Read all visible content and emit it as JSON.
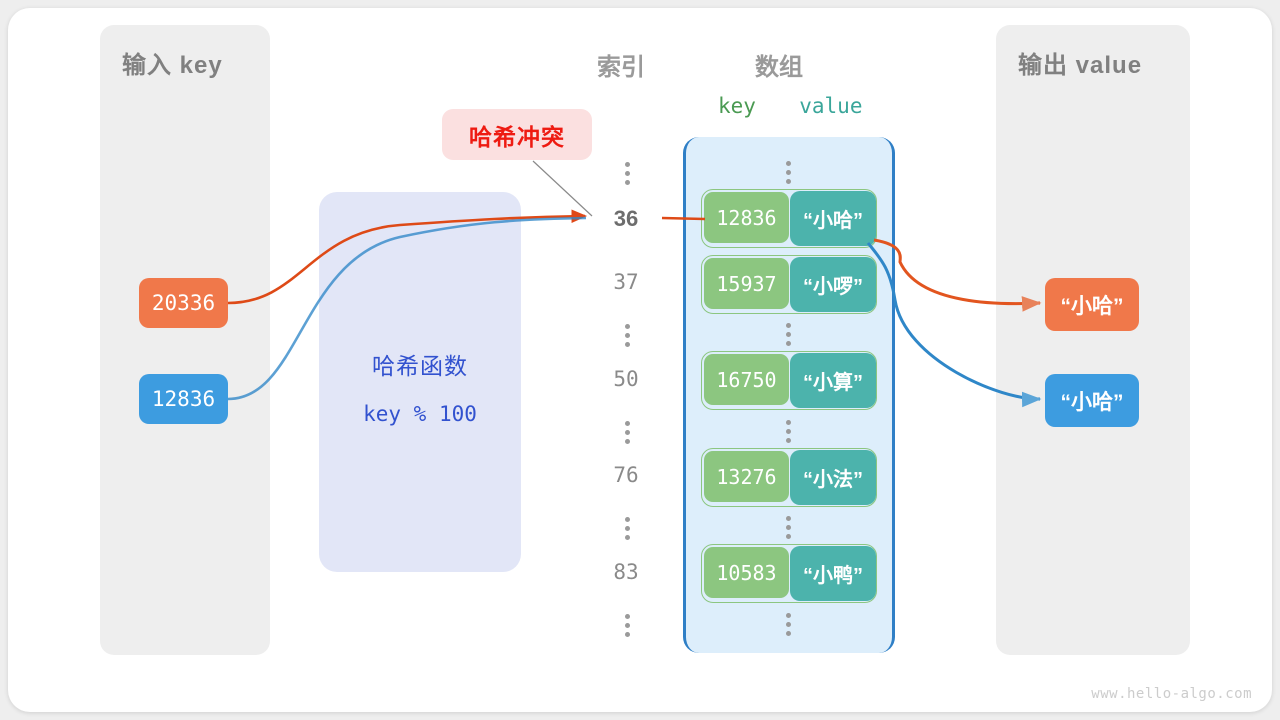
{
  "diagram": {
    "watermark": "www.hello-algo.com",
    "collision_badge": "哈希冲突",
    "colors": {
      "input_key_1": "#f0784a",
      "input_key_2": "#3d9ce0",
      "entry_key": "#8cc680",
      "entry_value": "#4cb3ac",
      "hash_box": "#e2e6f7",
      "hash_text": "#3252cf",
      "array_fill": "#ddeefb",
      "array_border": "#2f7fc6",
      "badge_bg": "#fbe0e0",
      "badge_text": "#ee1b12",
      "panel_bg": "#eeeeee"
    }
  },
  "input_panel": {
    "title": "输入 key",
    "keys": [
      {
        "label": "20336",
        "color": "#f0784a"
      },
      {
        "label": "12836",
        "color": "#3d9ce0"
      }
    ]
  },
  "hash_function": {
    "name": "哈希函数",
    "formula": "key % 100"
  },
  "array_section": {
    "index_header": "索引",
    "array_header": "数组",
    "key_column_header": "key",
    "value_column_header": "value",
    "rows": [
      {
        "index": "⋮",
        "type": "dots"
      },
      {
        "index": "36",
        "type": "entry",
        "key": "12836",
        "value": "“小哈”",
        "highlight": true
      },
      {
        "index": "37",
        "type": "entry",
        "key": "15937",
        "value": "“小啰”",
        "highlight": false
      },
      {
        "index": "⋮",
        "type": "dots"
      },
      {
        "index": "50",
        "type": "entry",
        "key": "16750",
        "value": "“小算”",
        "highlight": false
      },
      {
        "index": "⋮",
        "type": "dots"
      },
      {
        "index": "76",
        "type": "entry",
        "key": "13276",
        "value": "“小法”",
        "highlight": false
      },
      {
        "index": "⋮",
        "type": "dots"
      },
      {
        "index": "83",
        "type": "entry",
        "key": "10583",
        "value": "“小鸭”",
        "highlight": false
      },
      {
        "index": "⋮",
        "type": "dots"
      }
    ]
  },
  "output_panel": {
    "title": "输出 value",
    "values": [
      {
        "label": "“小哈”",
        "color": "#f0784a"
      },
      {
        "label": "“小哈”",
        "color": "#3d9ce0"
      }
    ]
  }
}
